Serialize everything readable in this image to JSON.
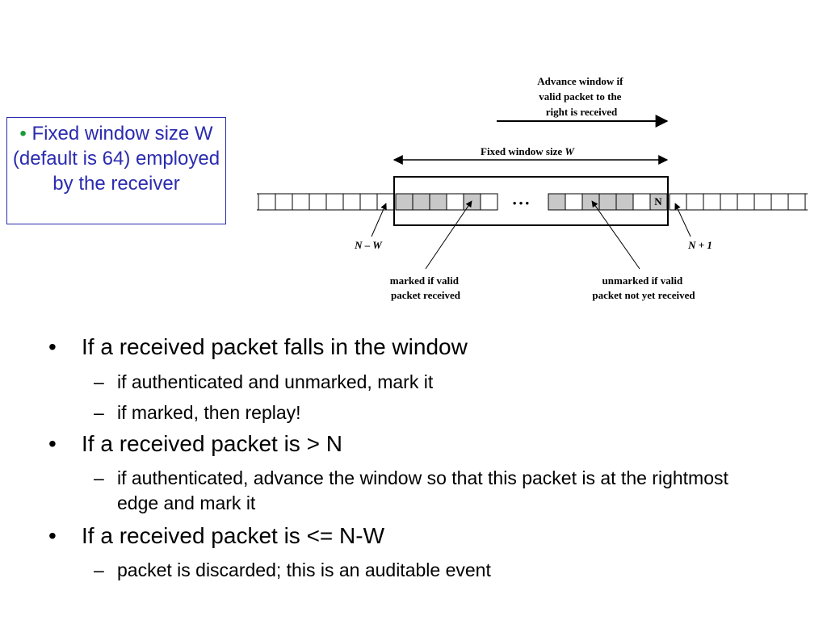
{
  "callout": {
    "bullet": "•",
    "text": "Fixed window size W (default is 64) employed by the receiver"
  },
  "diagram": {
    "advance_label_lines": [
      "Advance window if",
      "valid packet to the",
      "right is received"
    ],
    "window_label": "Fixed window size",
    "window_label_var": "W",
    "ellipsis": "• • •",
    "slot_n_label": "N",
    "left_edge_label": "N – W",
    "right_edge_label": "N + 1",
    "marked_label_lines": [
      "marked if valid",
      "packet received"
    ],
    "unmarked_label_lines": [
      "unmarked if valid",
      "packet not yet received"
    ]
  },
  "bullets": [
    {
      "text": "If a received packet falls in the window",
      "subs": [
        "if authenticated and unmarked, mark it",
        "if marked, then replay!"
      ]
    },
    {
      "text": "If a received packet is > N",
      "subs": [
        "if authenticated, advance the window so that this packet is at the rightmost edge and mark it"
      ]
    },
    {
      "text": "If a received packet is <= N-W",
      "subs": [
        "packet is discarded; this is an auditable event"
      ]
    }
  ],
  "markers": {
    "level1": "•",
    "level2": "–"
  },
  "colors": {
    "callout_text": "#2b2bb0",
    "callout_bullet": "#1a9a3a",
    "marked_cell": "#c8c8c8"
  }
}
